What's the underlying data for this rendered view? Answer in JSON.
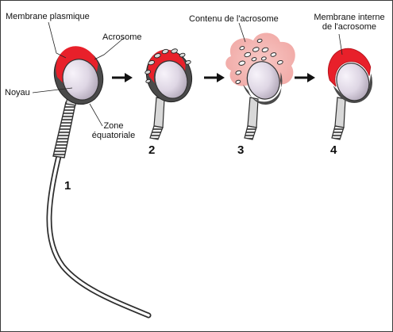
{
  "labels": {
    "membrane_plasmique": "Membrane plasmique",
    "acrosome": "Acrosome",
    "noyau": "Noyau",
    "zone_equatoriale_line1": "Zone",
    "zone_equatoriale_line2": "équatoriale",
    "contenu_acrosome": "Contenu de l'acrosome",
    "membrane_interne_line1": "Membrane interne",
    "membrane_interne_line2": "de l'acrosome"
  },
  "stages": [
    "1",
    "2",
    "3",
    "4"
  ],
  "colors": {
    "acrosome_red": "#e8202a",
    "acrosome_pink": "#f2a9a6",
    "membrane_dark": "#4a4a4a",
    "nucleus_light": "#e6dfec",
    "nucleus_dark": "#a99fb0"
  }
}
